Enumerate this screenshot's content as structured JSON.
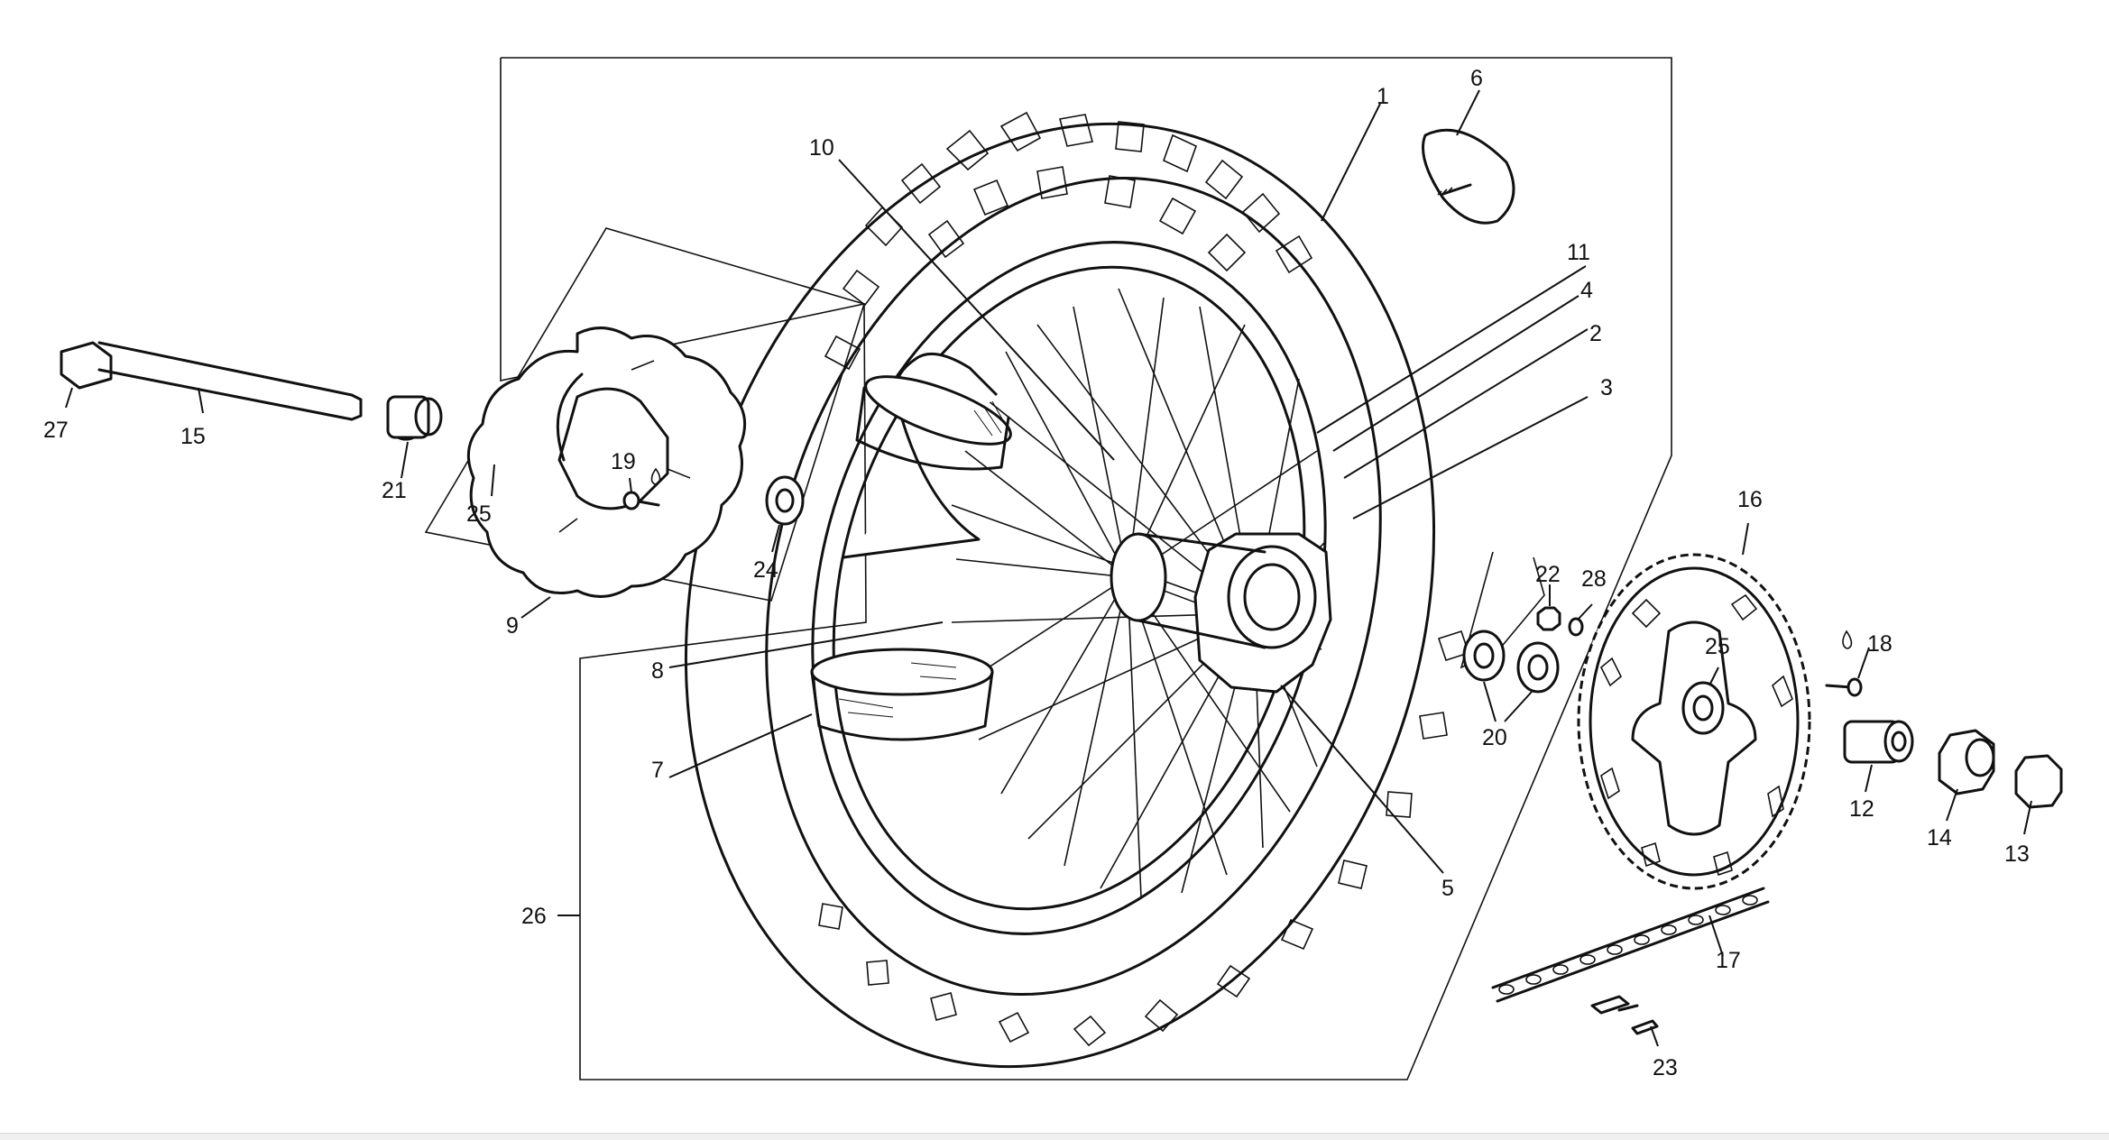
{
  "diagram": {
    "colors": {
      "line": "#111111",
      "background": "#ffffff"
    },
    "callouts": [
      {
        "id": "1",
        "text": "1"
      },
      {
        "id": "2",
        "text": "2"
      },
      {
        "id": "3",
        "text": "3"
      },
      {
        "id": "4",
        "text": "4"
      },
      {
        "id": "5",
        "text": "5"
      },
      {
        "id": "6",
        "text": "6"
      },
      {
        "id": "7",
        "text": "7"
      },
      {
        "id": "8",
        "text": "8"
      },
      {
        "id": "9",
        "text": "9"
      },
      {
        "id": "10",
        "text": "10"
      },
      {
        "id": "11",
        "text": "11"
      },
      {
        "id": "12",
        "text": "12"
      },
      {
        "id": "13",
        "text": "13"
      },
      {
        "id": "14",
        "text": "14"
      },
      {
        "id": "15",
        "text": "15"
      },
      {
        "id": "16",
        "text": "16"
      },
      {
        "id": "17",
        "text": "17"
      },
      {
        "id": "18",
        "text": "18"
      },
      {
        "id": "19",
        "text": "19"
      },
      {
        "id": "20",
        "text": "20"
      },
      {
        "id": "21",
        "text": "21"
      },
      {
        "id": "22",
        "text": "22"
      },
      {
        "id": "23",
        "text": "23"
      },
      {
        "id": "24",
        "text": "24"
      },
      {
        "id": "25a",
        "text": "25"
      },
      {
        "id": "25b",
        "text": "25"
      },
      {
        "id": "26",
        "text": "26"
      },
      {
        "id": "27",
        "text": "27"
      },
      {
        "id": "28",
        "text": "28"
      }
    ]
  }
}
